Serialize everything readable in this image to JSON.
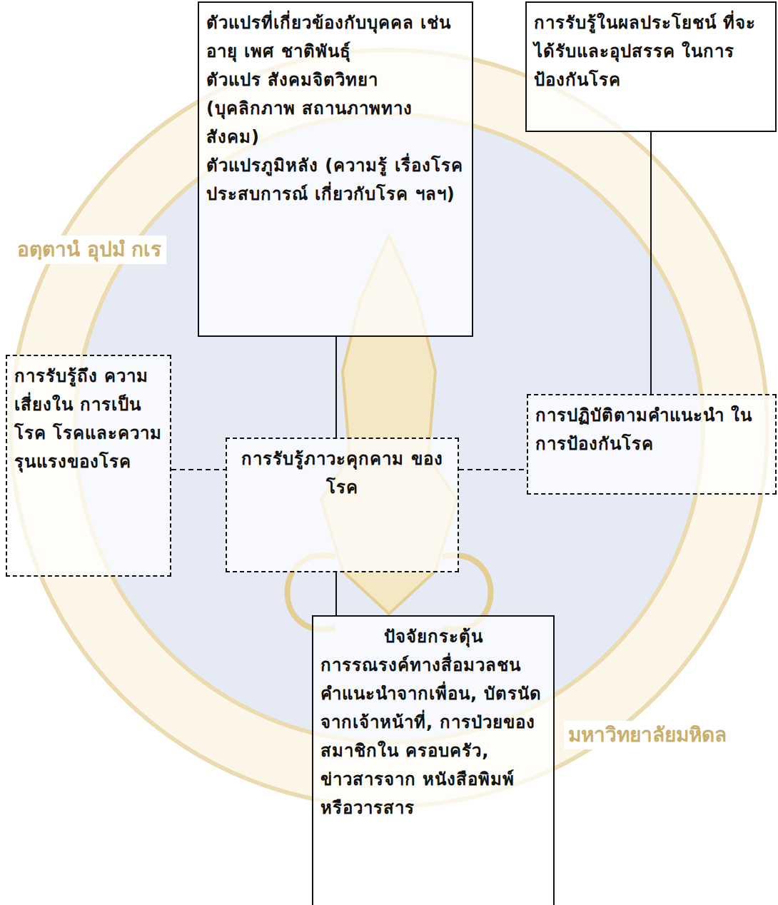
{
  "diagram": {
    "nodes": [
      {
        "text": [
          "ตัวแปรที่เกี่ยวข้องกับบุคคล เช่น อายุ เพศ ชาติพันธุ์",
          "ตัวแปร สังคมจิตวิทยา (บุคลิกภาพ สถานภาพทาง สังคม)",
          "ตัวแปรภูมิหลัง (ความรู้ เรื่องโรค ประสบการณ์ เกี่ยวกับโรค ฯลฯ)"
        ]
      },
      {
        "text": [
          "การรับรู้ในผลประโยชน์ ที่จะได้รับและอุปสรรค ในการป้องกันโรค"
        ]
      },
      {
        "text": [
          "การรับรู้ถึง ความเสี่ยงใน การเป็นโรค โรคและความ รุนแรงของโรค"
        ]
      },
      {
        "text": [
          "การรับรู้ภาวะคุกคาม ของโรค"
        ]
      },
      {
        "text": [
          "การปฏิบัติตามคำแนะนำ ในการป้องกันโรค"
        ]
      },
      {
        "text": [
          "ปัจจัยกระตุ้น",
          "การรณรงค์ทางสื่อมวลชน คำแนะนำจากเพื่อน, บัตรนัดจากเจ้าหน้าที่, การป่วยของสมาชิกใน ครอบครัว, ข่าวสารจาก หนังสือพิมพ์หรือวารสาร"
        ]
      }
    ],
    "edges": [
      {
        "from": 0,
        "to": 3,
        "arrow": "none"
      },
      {
        "from": 2,
        "to": 3,
        "arrow": "none"
      },
      {
        "from": 3,
        "to": 4,
        "arrow": "none"
      },
      {
        "from": 1,
        "to": 4,
        "arrow": "none"
      },
      {
        "from": 5,
        "to": 3,
        "arrow": "none"
      }
    ],
    "labels": [
      "อตฺตานํ อุปมํ กเร",
      "มหาวิทยาลัยมหิดล"
    ]
  }
}
